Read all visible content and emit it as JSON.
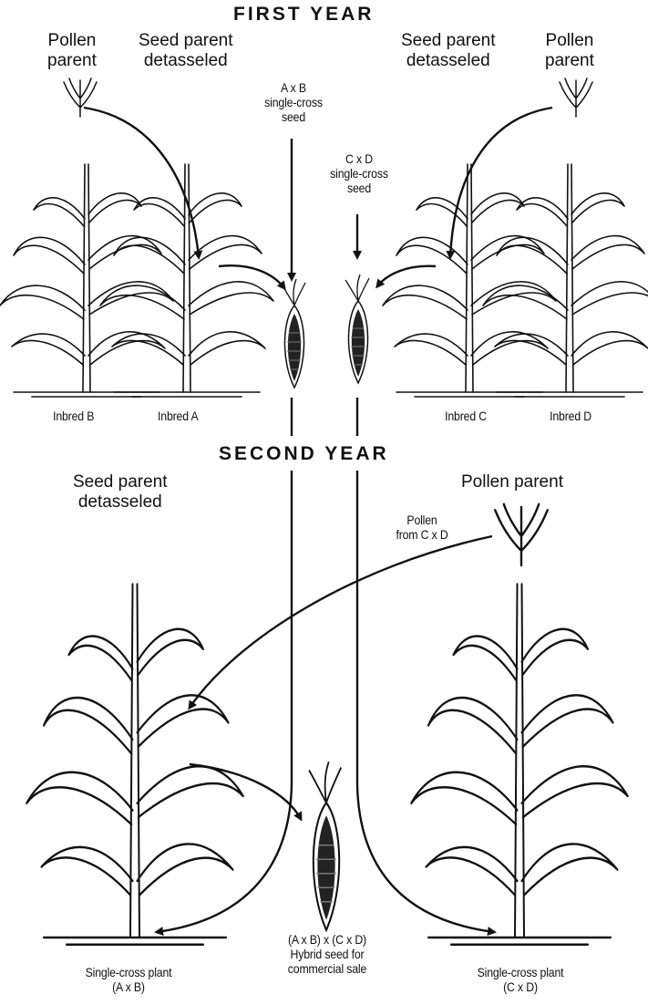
{
  "headings": {
    "first_year": "FIRST  YEAR",
    "second_year": "SECOND  YEAR"
  },
  "first_year": {
    "left_pollen_parent": "Pollen\nparent",
    "left_seed_parent": "Seed parent\ndetasseled",
    "right_seed_parent": "Seed parent\ndetasseled",
    "right_pollen_parent": "Pollen\nparent",
    "ab_seed": "A x B\nsingle-cross\nseed",
    "cd_seed": "C x D\nsingle-cross\nseed",
    "inbred_b": "Inbred B",
    "inbred_a": "Inbred A",
    "inbred_c": "Inbred C",
    "inbred_d": "Inbred D"
  },
  "second_year": {
    "seed_parent": "Seed parent\ndetasseled",
    "pollen_parent": "Pollen parent",
    "pollen_from": "Pollen\nfrom C x D",
    "left_plant": "Single-cross plant\n(A x B)",
    "hybrid": "(A x B) x (C x D)\nHybrid seed for\ncommercial sale",
    "right_plant": "Single-cross plant\n(C x D)"
  }
}
